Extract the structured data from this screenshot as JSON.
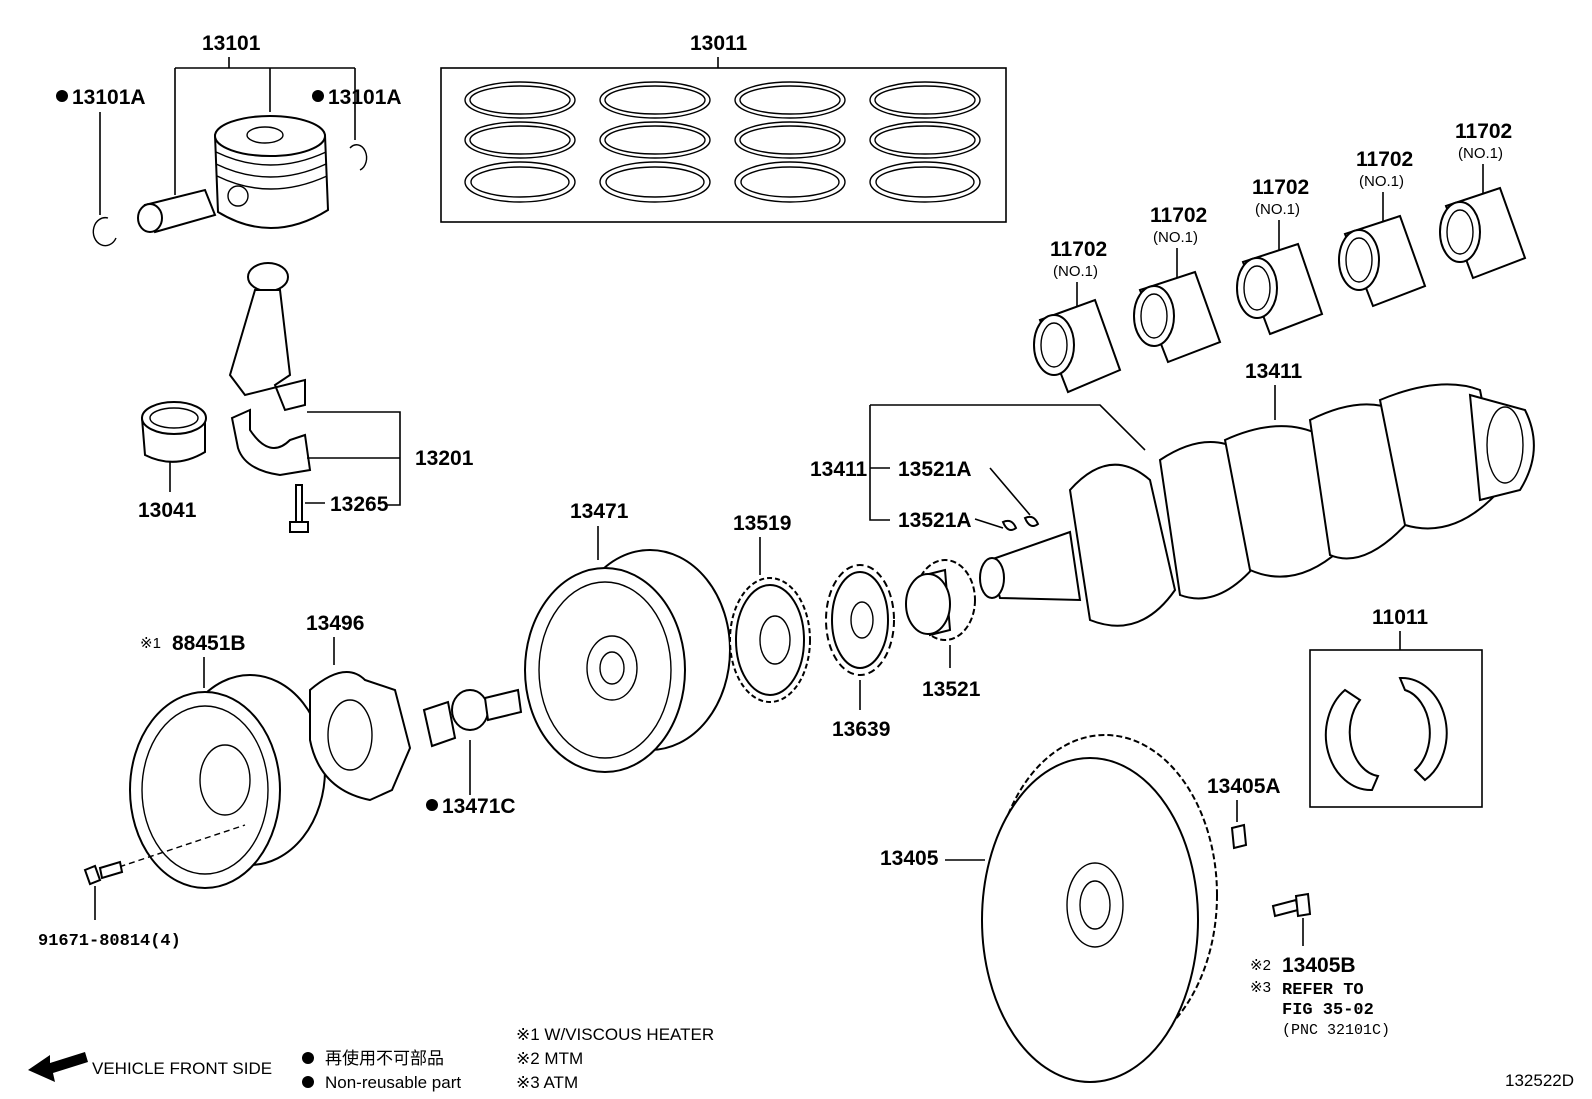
{
  "labels": {
    "piston": "13101",
    "snap_ring_left": "13101A",
    "snap_ring_right": "13101A",
    "ring_set": "13011",
    "bearing_1": "11702",
    "bearing_2": "11702",
    "bearing_3": "11702",
    "bearing_4": "11702",
    "bearing_5": "11702",
    "bearing_sub": "(NO.1)",
    "crankshaft": "13411",
    "crankshaft_sub": "13411",
    "key_1": "13521A",
    "key_2": "13521A",
    "con_rod": "13201",
    "rod_bolt": "13265",
    "rod_bearing": "13041",
    "pulley": "13471",
    "gear": "13519",
    "sprocket": "13639",
    "timing_gear": "13521",
    "thrust_washer": "11011",
    "viscous_pulley_prefix": "※1",
    "viscous_pulley": "88451B",
    "damper_plate": "13496",
    "pulley_bolt": "13471C",
    "bolt_small": "91671-80814(4)",
    "flywheel": "13405",
    "flywheel_pin": "13405A",
    "flywheel_bolt_prefix": "※2",
    "flywheel_bolt": "13405B",
    "refer_prefix": "※3",
    "refer_line1": "REFER TO",
    "refer_line2": "FIG 35-02",
    "refer_line3": "(PNC 32101C)",
    "drawing_id": "132522D"
  },
  "notes": {
    "vehicle_front": "VEHICLE FRONT SIDE",
    "bullet_jp": "再使用不可部品",
    "bullet_en": "Non-reusable part",
    "note1": "※1 W/VISCOUS HEATER",
    "note2": "※2 MTM",
    "note3": "※3 ATM"
  }
}
